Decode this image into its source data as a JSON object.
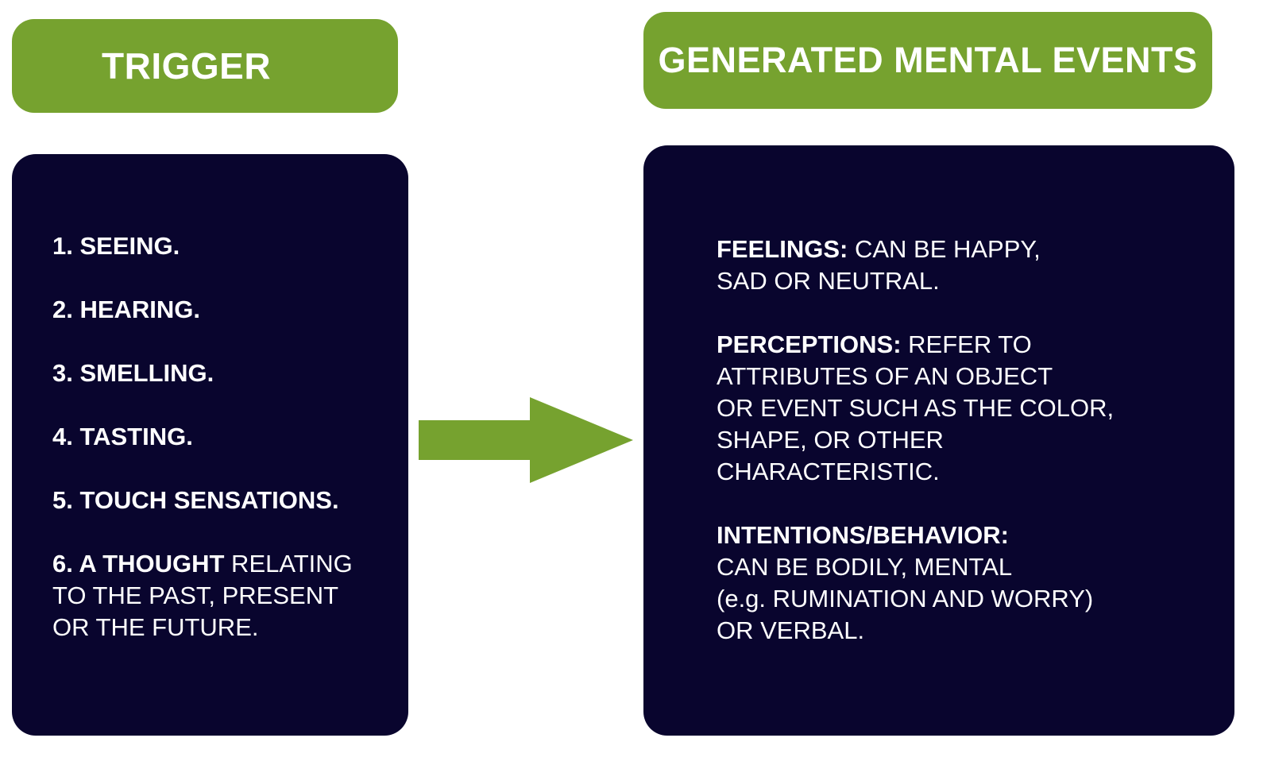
{
  "trigger": {
    "title": "TRIGGER",
    "items": [
      {
        "bold": "1. SEEING.",
        "rest": ""
      },
      {
        "bold": "2. HEARING.",
        "rest": ""
      },
      {
        "bold": "3. SMELLING.",
        "rest": ""
      },
      {
        "bold": "4. TASTING.",
        "rest": ""
      },
      {
        "bold": "5. TOUCH SENSATIONS.",
        "rest": ""
      },
      {
        "bold": "6. A THOUGHT",
        "rest": " RELATING",
        "lines": [
          "TO THE PAST, PRESENT",
          "OR THE FUTURE."
        ]
      }
    ]
  },
  "events": {
    "title": "GENERATED MENTAL EVENTS",
    "feelings": {
      "term": "FEELINGS:",
      "first": " CAN BE HAPPY,",
      "lines": [
        "SAD OR NEUTRAL."
      ]
    },
    "perceptions": {
      "term": "PERCEPTIONS:",
      "first": " REFER TO",
      "lines": [
        "ATTRIBUTES OF AN OBJECT",
        "OR EVENT SUCH AS THE COLOR,",
        "SHAPE, OR OTHER",
        "CHARACTERISTIC."
      ]
    },
    "intentions": {
      "term": "INTENTIONS/BEHAVIOR:",
      "first": "",
      "lines": [
        "CAN BE BODILY, MENTAL",
        "(e.g. RUMINATION AND WORRY)",
        "OR VERBAL."
      ]
    }
  },
  "colors": {
    "accent_green": "#76a22f",
    "panel_navy": "#09052e",
    "text": "#ffffff"
  },
  "icons": {
    "connector": "right-arrow-icon"
  }
}
